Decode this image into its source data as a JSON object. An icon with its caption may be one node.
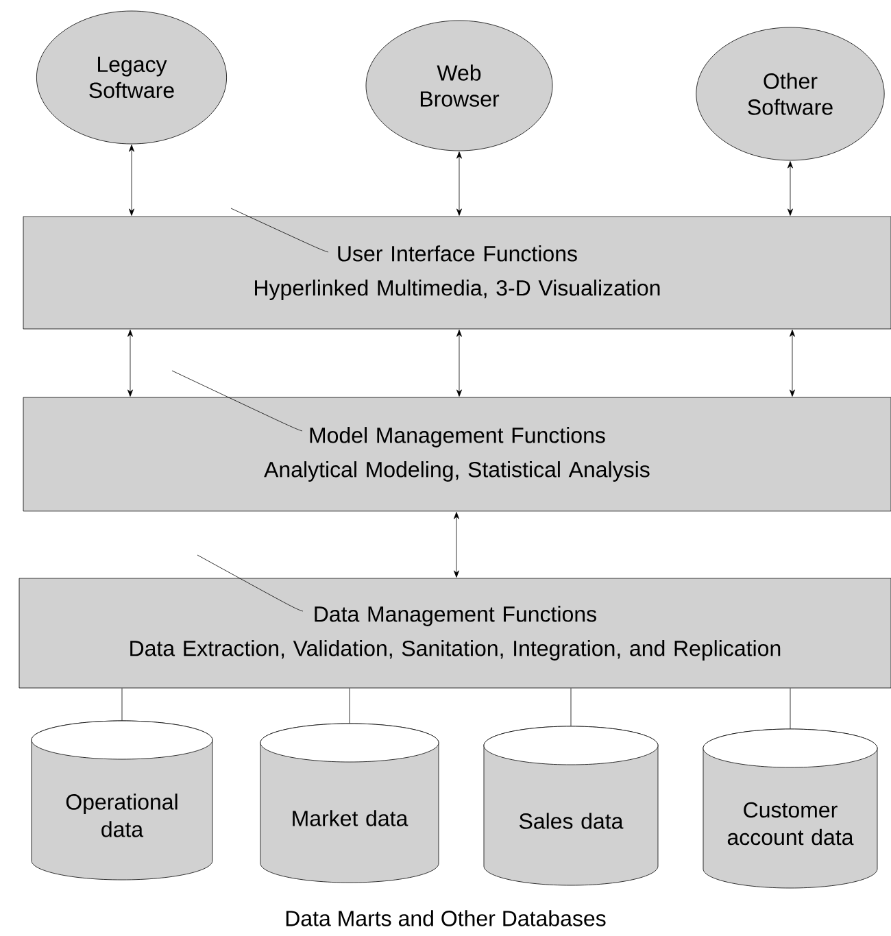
{
  "diagram": {
    "caption": "Data Marts and Other Databases",
    "nodes": [
      {
        "text": [
          "Legacy Software"
        ]
      },
      {
        "text": [
          "Web Browser"
        ]
      },
      {
        "text": [
          "Other Software"
        ]
      },
      {
        "text": [
          "User Interface Functions",
          "Hyperlinked Multimedia, 3-D Visualization"
        ]
      },
      {
        "text": [
          "Model Management Functions",
          "Analytical Modeling, Statistical Analysis"
        ]
      },
      {
        "text": [
          "Data Management Functions",
          "Data Extraction, Validation, Sanitation, Integration, and Replication"
        ]
      },
      {
        "text": [
          "Operational data"
        ]
      },
      {
        "text": [
          "Market data"
        ]
      },
      {
        "text": [
          "Sales data"
        ]
      },
      {
        "text": [
          "Customer account data"
        ]
      }
    ],
    "edges": [
      {
        "from": 0,
        "to": 3,
        "arrow": "both"
      },
      {
        "from": 1,
        "to": 3,
        "arrow": "both"
      },
      {
        "from": 2,
        "to": 3,
        "arrow": "both"
      },
      {
        "from": 3,
        "to": 4,
        "arrow": "both"
      },
      {
        "from": 3,
        "to": 4,
        "arrow": "both"
      },
      {
        "from": 3,
        "to": 4,
        "arrow": "both"
      },
      {
        "from": 4,
        "to": 5,
        "arrow": "both"
      },
      {
        "from": 5,
        "to": 6,
        "arrow": "none"
      },
      {
        "from": 5,
        "to": 7,
        "arrow": "none"
      },
      {
        "from": 5,
        "to": 8,
        "arrow": "none"
      },
      {
        "from": 5,
        "to": 9,
        "arrow": "none"
      },
      {
        "from": 3,
        "to": null,
        "arrow": "none"
      },
      {
        "from": 4,
        "to": null,
        "arrow": "none"
      },
      {
        "from": 5,
        "to": null,
        "arrow": "none"
      }
    ]
  }
}
